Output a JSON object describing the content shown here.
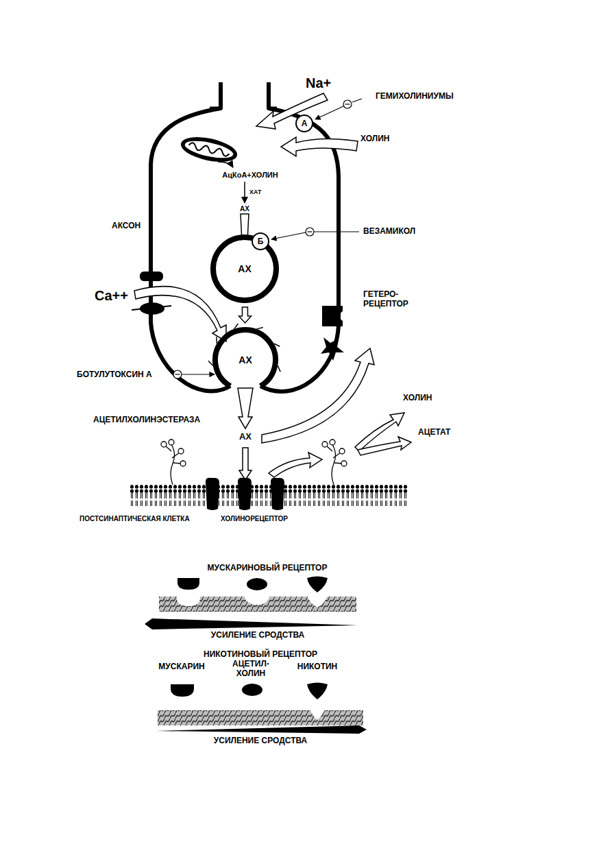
{
  "diagram": {
    "nodes": [
      {
        "text": [
          "А"
        ]
      },
      {
        "text": [
          "Б"
        ]
      },
      {
        "text": [
          "АХ"
        ]
      },
      {
        "text": [
          "АХ"
        ]
      }
    ],
    "edges": [
      {
        "from": 2,
        "to": 3,
        "arrow": "to"
      }
    ],
    "labels": [
      "Na+",
      "ГЕМИХОЛИНИУМЫ",
      "ХОЛИН",
      "АцКоА+ХОЛИН",
      "ХАТ",
      "АХ",
      "ВЕЗАМИКОЛ",
      "АКСОН",
      "ГЕТЕРО- РЕЦЕПТОР",
      "Ca++",
      "БОТУЛУТОКСИН А",
      "АЦЕТИЛХОЛИНЭСТЕРАЗА",
      "АХ",
      "ХОЛИН",
      "АЦЕТАТ",
      "ПОСТСИНАПТИЧЕСКАЯ КЛЕТКА",
      "ХОЛИНОРЕЦЕПТОР",
      "МУСКАРИНОВЫЙ РЕЦЕПТОР",
      "УСИЛЕНИЕ СРОДСТВА",
      "НИКОТИНОВЫЙ РЕЦЕПТОР",
      "МУСКАРИН",
      "АЦЕТИЛ- ХОЛИН",
      "НИКОТИН",
      "УСИЛЕНИЕ СРОДСТВА"
    ]
  }
}
